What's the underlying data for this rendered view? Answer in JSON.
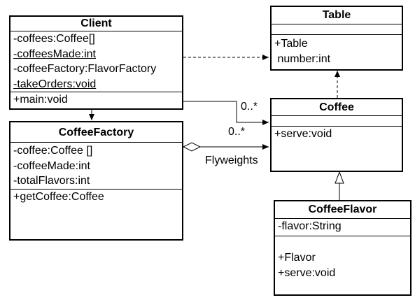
{
  "classes": {
    "client": {
      "name": "Client",
      "attributes": [
        "-coffees:Coffee[]",
        "-coffeesMade:int",
        "-coffeeFactory:FlavorFactory",
        "-takeOrders:void"
      ],
      "methods": [
        "+main:void"
      ]
    },
    "table": {
      "name": "Table",
      "attributes": [],
      "methods": [
        "+Table",
        " number:int"
      ]
    },
    "coffee": {
      "name": "Coffee",
      "attributes": [],
      "methods": [
        "+serve:void"
      ]
    },
    "coffee_factory": {
      "name": "CoffeeFactory",
      "attributes": [
        "-coffee:Coffee []",
        "-coffeeMade:int",
        "-totalFlavors:int"
      ],
      "methods": [
        "+getCoffee:Coffee"
      ]
    },
    "coffee_flavor": {
      "name": "CoffeeFlavor",
      "attributes": [
        "-flavor:String"
      ],
      "methods": [
        "+Flavor",
        "+serve:void"
      ]
    }
  },
  "labels": {
    "client_coffee_multiplicity": "0..*",
    "factory_coffee_multiplicity": "0..*",
    "factory_coffee_role": "Flyweights"
  }
}
